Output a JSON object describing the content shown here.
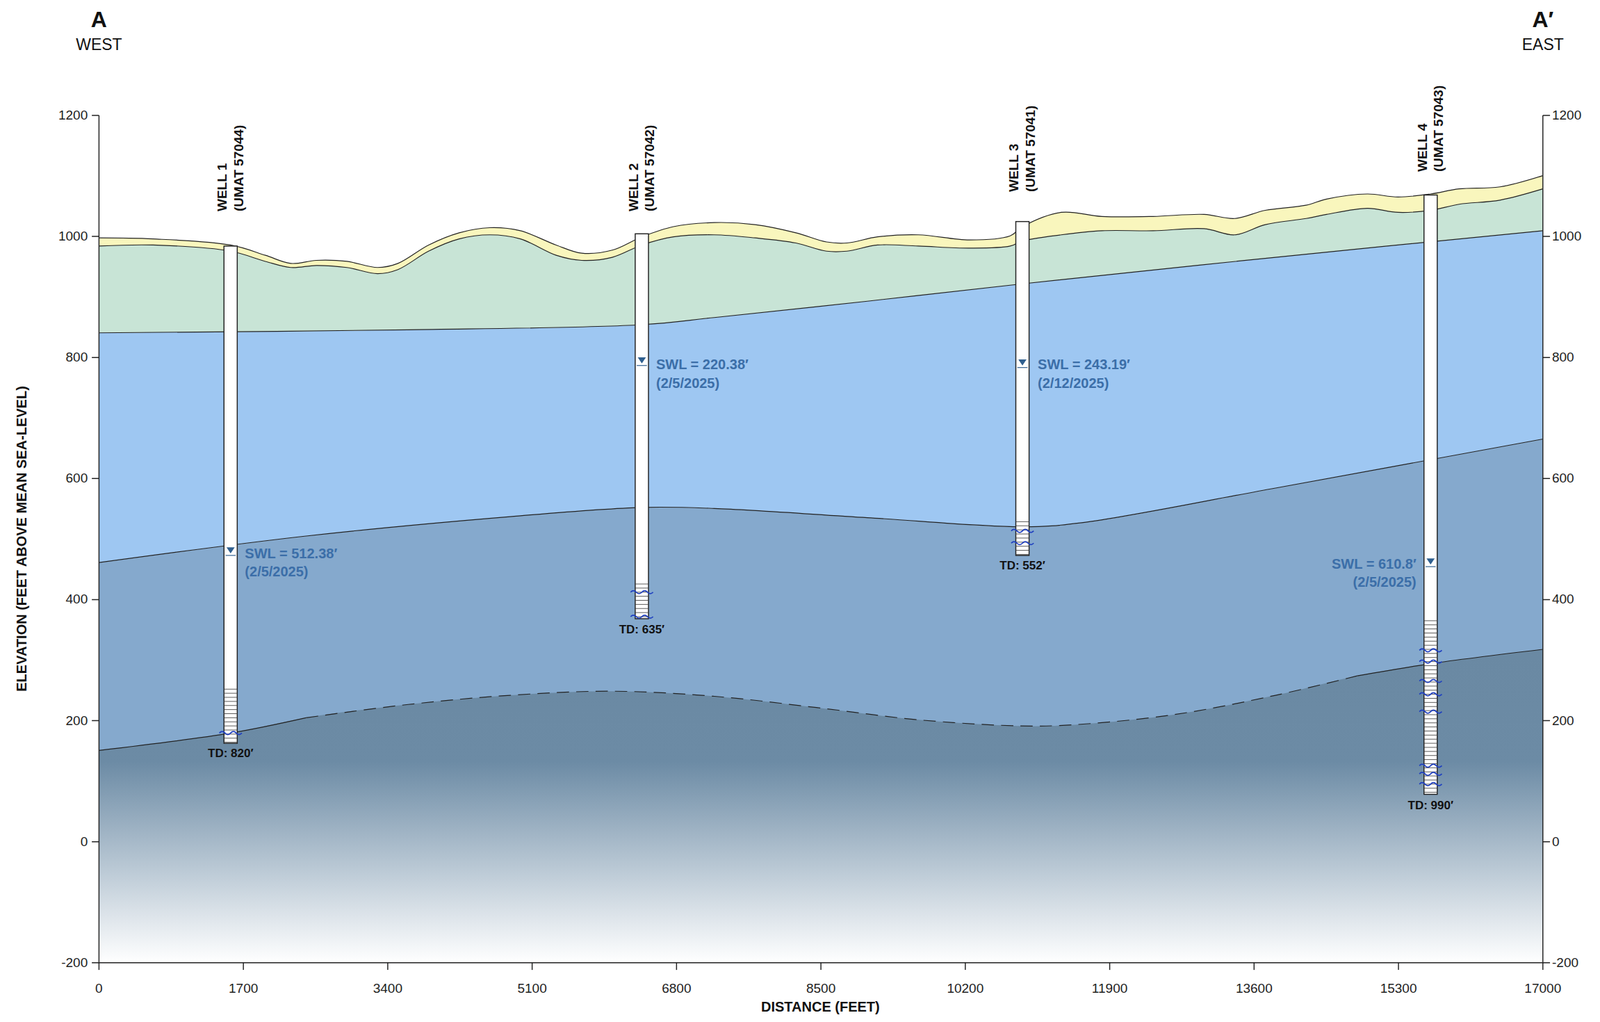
{
  "diagram": {
    "labels": [
      "A",
      "WEST",
      "A′",
      "EAST",
      "1200",
      "1000",
      "800",
      "600",
      "400",
      "200",
      "0",
      "-200",
      "1200",
      "1000",
      "800",
      "600",
      "400",
      "200",
      "0",
      "-200",
      "0",
      "1700",
      "3400",
      "5100",
      "6800",
      "8500",
      "10200",
      "11900",
      "13600",
      "15300",
      "17000",
      "ELEVATION (FEET ABOVE MEAN SEA-LEVEL)",
      "DISTANCE (FEET)",
      "WELL 1",
      "(UMAT 57044)",
      "WELL 2",
      "(UMAT 57042)",
      "WELL 3",
      "(UMAT 57041)",
      "WELL 4",
      "(UMAT 57043)",
      "SWL = 512.38′",
      "(2/5/2025)",
      "SWL = 220.38′",
      "(2/5/2025)",
      "SWL = 243.19′",
      "(2/12/2025)",
      "SWL = 610.8′",
      "(2/5/2025)",
      "TD: 820′",
      "TD: 635′",
      "TD: 552′",
      "TD: 990′"
    ]
  }
}
